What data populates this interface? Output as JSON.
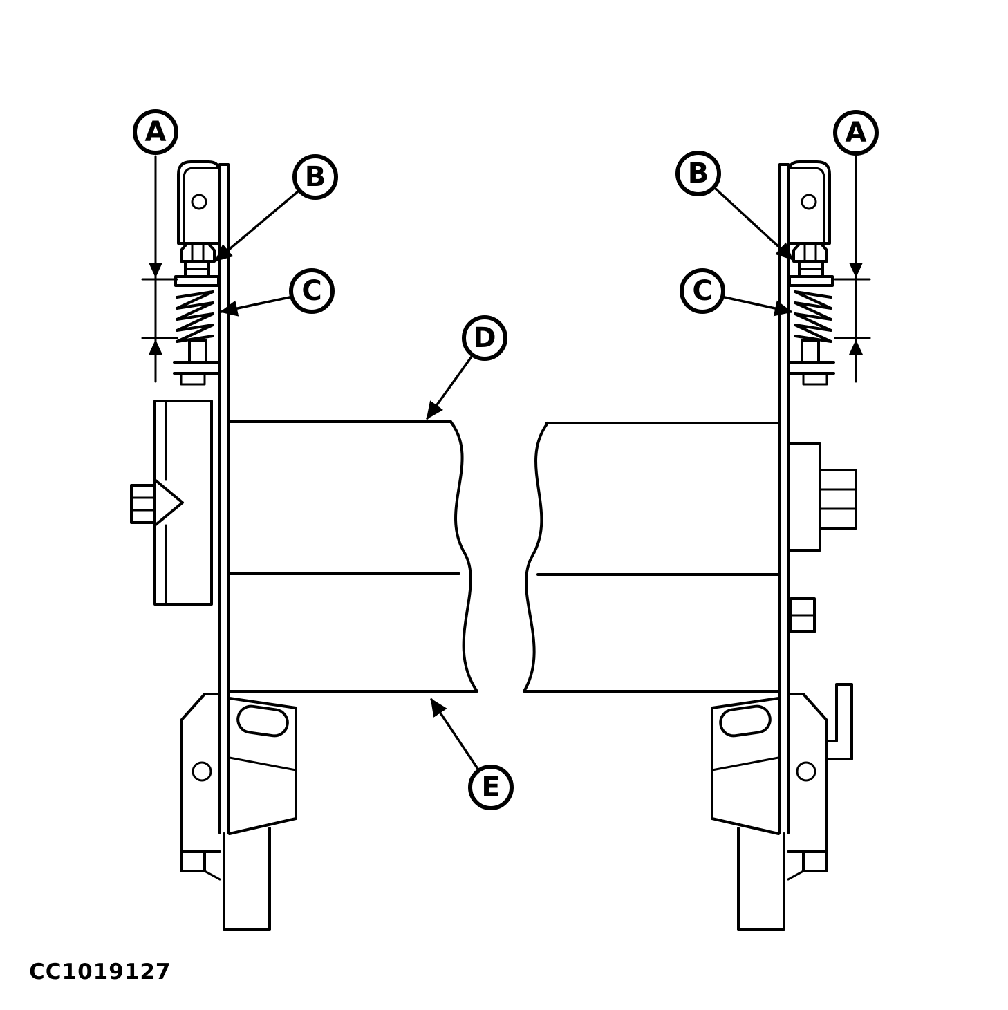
{
  "figure": {
    "part_code": "CC1019127",
    "colors": {
      "line": "#000000",
      "background": "#ffffff"
    },
    "callouts": {
      "a_left": "A",
      "b_left": "B",
      "c_left": "C",
      "d": "D",
      "a_right": "A",
      "b_right": "B",
      "c_right": "C",
      "e": "E"
    }
  }
}
